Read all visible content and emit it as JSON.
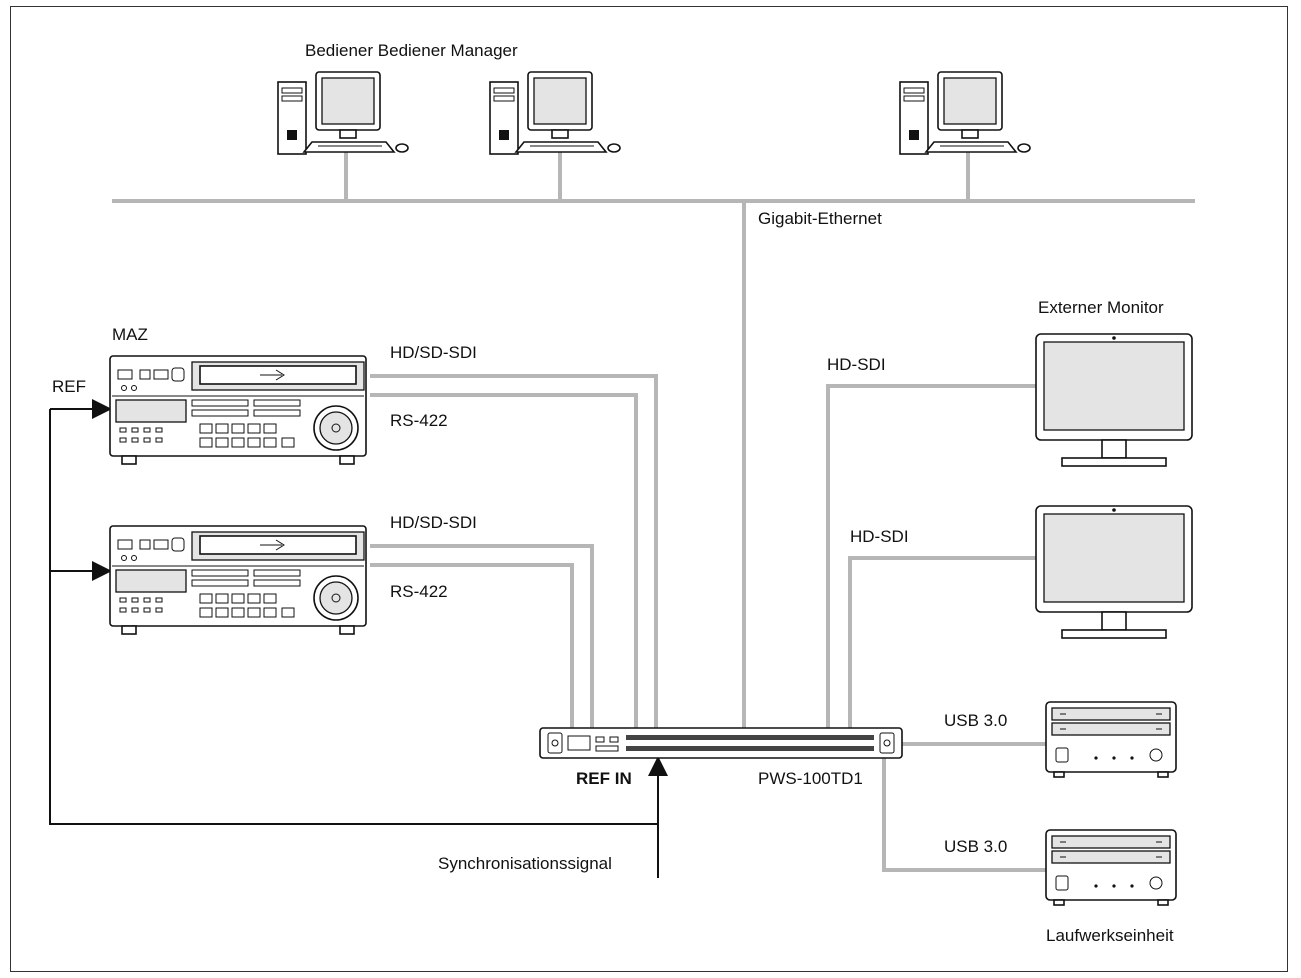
{
  "labels": {
    "operators": "Bediener Bediener Manager",
    "network": "Gigabit-Ethernet",
    "vtr_title": "MAZ",
    "ref": "REF",
    "hdsdi_1": "HD/SD-SDI",
    "rs422_1": "RS-422",
    "hdsdi_2": "HD/SD-SDI",
    "rs422_2": "RS-422",
    "monitor_title": "Externer Monitor",
    "monitor_hdsdi_1": "HD-SDI",
    "monitor_hdsdi_2": "HD-SDI",
    "usb_1": "USB 3.0",
    "usb_2": "USB 3.0",
    "ref_in": "REF IN",
    "server": "PWS-100TD1",
    "sync": "Synchronisationssignal",
    "drive_unit": "Laufwerkseinheit"
  },
  "colors": {
    "cable": "#b6b6b6",
    "signal_line": "#111111",
    "device_face": "#e4e4e4"
  },
  "icons": {
    "computers": [
      "computer-icon",
      "computer-icon",
      "computer-icon"
    ],
    "vtrs": [
      "vtr-deck-icon",
      "vtr-deck-icon"
    ],
    "monitors": [
      "monitor-icon",
      "monitor-icon"
    ],
    "drives": [
      "drive-unit-icon",
      "drive-unit-icon"
    ],
    "server": "server-rack-icon"
  }
}
